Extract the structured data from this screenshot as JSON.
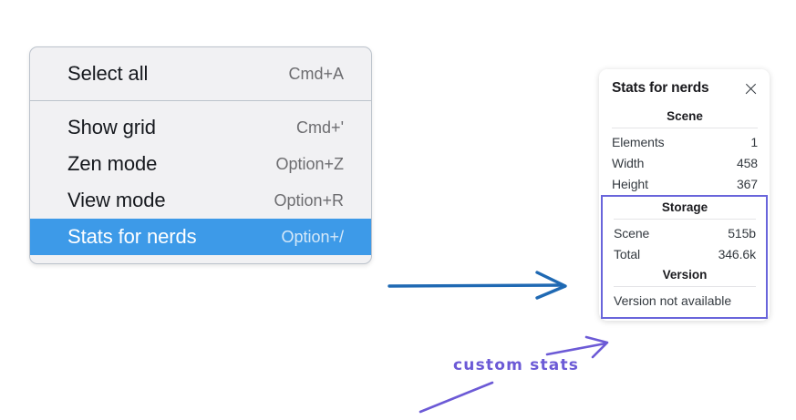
{
  "context_menu": {
    "groups": [
      {
        "items": [
          {
            "label": "Select all",
            "shortcut": "Cmd+A",
            "selected": false
          }
        ]
      },
      {
        "items": [
          {
            "label": "Show grid",
            "shortcut": "Cmd+'",
            "selected": false
          },
          {
            "label": "Zen mode",
            "shortcut": "Option+Z",
            "selected": false
          },
          {
            "label": "View mode",
            "shortcut": "Option+R",
            "selected": false
          },
          {
            "label": "Stats for nerds",
            "shortcut": "Option+/",
            "selected": true
          }
        ]
      }
    ],
    "highlight_color": "#3d9ae8"
  },
  "stats_panel": {
    "title": "Stats for nerds",
    "close_icon": "close-icon",
    "scene": {
      "heading": "Scene",
      "rows": [
        {
          "key": "Elements",
          "value": "1"
        },
        {
          "key": "Width",
          "value": "458"
        },
        {
          "key": "Height",
          "value": "367"
        }
      ]
    },
    "storage": {
      "heading": "Storage",
      "rows": [
        {
          "key": "Scene",
          "value": "515b"
        },
        {
          "key": "Total",
          "value": "346.6k"
        }
      ]
    },
    "version": {
      "heading": "Version",
      "text": "Version not available"
    },
    "highlight_box_color": "#6965db"
  },
  "annotations": {
    "handwritten_label": "custom stats",
    "blue_arrow_color": "#1f69b3",
    "purple_color": "#6c5ad6"
  }
}
